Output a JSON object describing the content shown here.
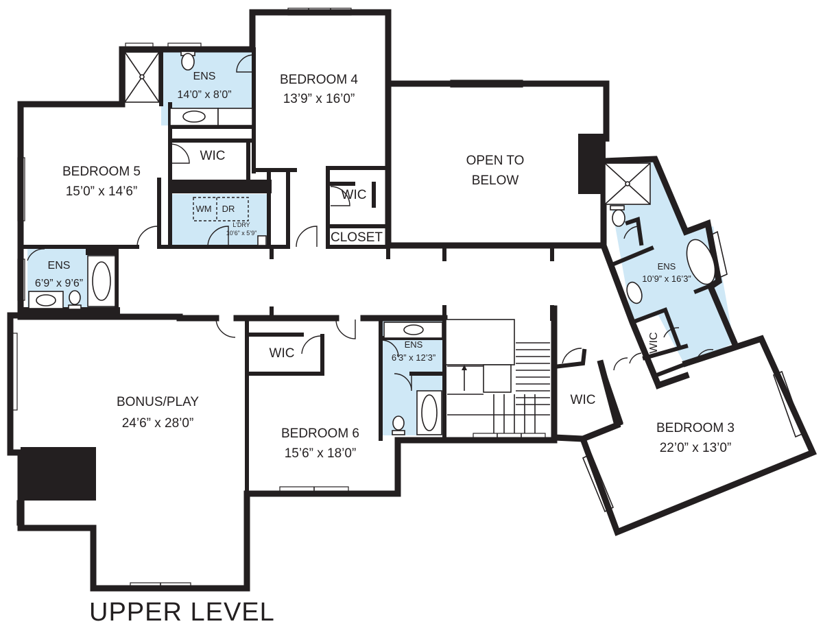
{
  "plan_title": "UPPER LEVEL",
  "rooms": {
    "bedroom4": {
      "name": "BEDROOM 4",
      "size": "13’9” x 16’0”"
    },
    "ens_bed4": {
      "name": "ENS",
      "size": "14’0” x 8’0”"
    },
    "bedroom5": {
      "name": "BEDROOM 5",
      "size": "15’0” x 14’6”"
    },
    "wic_bed5": {
      "name": "WIC"
    },
    "laundry": {
      "wm": "WM",
      "dr": "DR",
      "name": "L’DRY",
      "size": "10’6” x 5’9”"
    },
    "wic_bed4": {
      "name": "WIC"
    },
    "closet": {
      "name": "CLOSET"
    },
    "open_to_below": {
      "line1": "OPEN TO",
      "line2": "BELOW"
    },
    "ens_bed5": {
      "name": "ENS",
      "size": "6’9” x 9’6”"
    },
    "ens_bed3": {
      "name": "ENS",
      "size": "10’9” x 16’3”"
    },
    "wic_bed3_small": {
      "name": "WIC"
    },
    "wic_bed6": {
      "name": "WIC"
    },
    "ens_bed6": {
      "name": "ENS",
      "size": "6’3” x 12’3”"
    },
    "bonus": {
      "name": "BONUS/PLAY",
      "size": "24’6” x 28’0”"
    },
    "bedroom6": {
      "name": "BEDROOM 6",
      "size": "15’6” x 18’0”"
    },
    "wic_bed3": {
      "name": "WIC"
    },
    "bedroom3": {
      "name": "BEDROOM 3",
      "size": "22’0” x 13’0”"
    }
  },
  "colors": {
    "wall": "#231f20",
    "bathroom_fill": "#cfe8f6",
    "background": "#ffffff"
  }
}
